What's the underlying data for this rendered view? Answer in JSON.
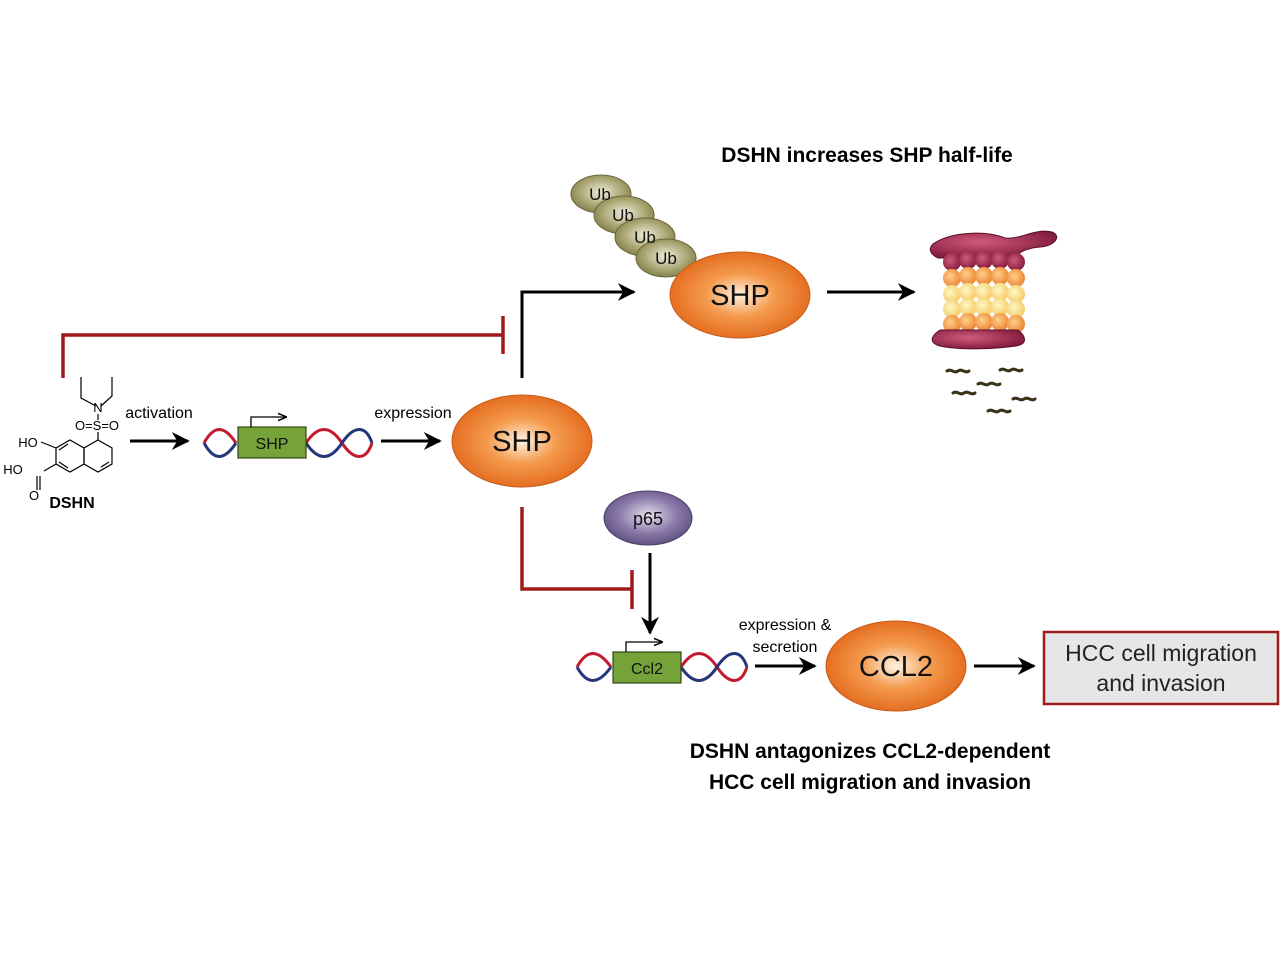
{
  "titles": {
    "top": "DSHN increases SHP half-life",
    "bottom_line1": "DSHN antagonizes CCL2-dependent",
    "bottom_line2": "HCC cell migration and invasion"
  },
  "compound": {
    "name": "DSHN",
    "atoms": {
      "n": "N",
      "sulfonyl": "O=S=O",
      "hydroxy": "HO",
      "carboxyl_ho": "HO",
      "carbonyl_o": "O"
    }
  },
  "steps": {
    "activation": "activation",
    "expression": "expression",
    "expression_secretion_line1": "expression &",
    "expression_secretion_line2": "secretion"
  },
  "genes": {
    "shp_gene": "SHP",
    "ccl2_gene": "Ccl2"
  },
  "proteins": {
    "shp_main": "SHP",
    "shp_ub": "SHP",
    "ub": [
      "Ub",
      "Ub",
      "Ub",
      "Ub"
    ],
    "p65": "p65",
    "ccl2": "CCL2"
  },
  "outcome": {
    "line1": "HCC cell migration",
    "line2": "and invasion"
  },
  "colors": {
    "inhibit": "#a01a1a",
    "protein_orange": "#e8721c",
    "ub_olive": "#9a9560",
    "p65_purple": "#6a5a8c",
    "gene_box_green": "#76a23a",
    "outcome_border": "#a01a1a",
    "outcome_fill": "#e6e6e6"
  }
}
